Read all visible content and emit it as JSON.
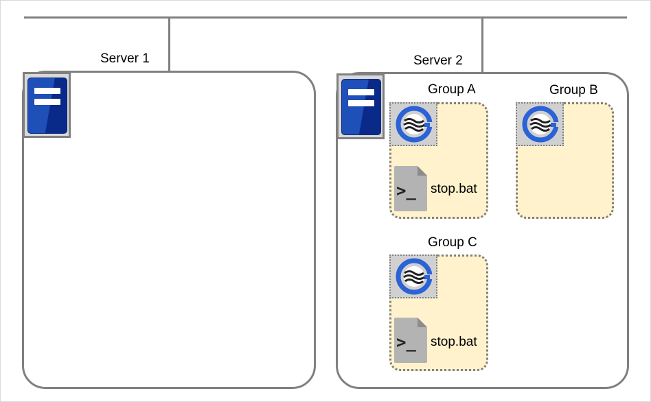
{
  "servers": [
    {
      "name": "Server 1"
    },
    {
      "name": "Server 2"
    }
  ],
  "groups": [
    {
      "name": "Group A",
      "script": "stop.bat"
    },
    {
      "name": "Group B"
    },
    {
      "name": "Group C",
      "script": "stop.bat"
    }
  ],
  "colors": {
    "server_icon": "#1f4fb8",
    "group_fill": "#fff2cc",
    "border": "#808080",
    "g_logo": "#2b62d6"
  },
  "icons": {
    "server": "server-icon",
    "group_resource": "g-logo-icon",
    "script": "script-file-icon"
  }
}
